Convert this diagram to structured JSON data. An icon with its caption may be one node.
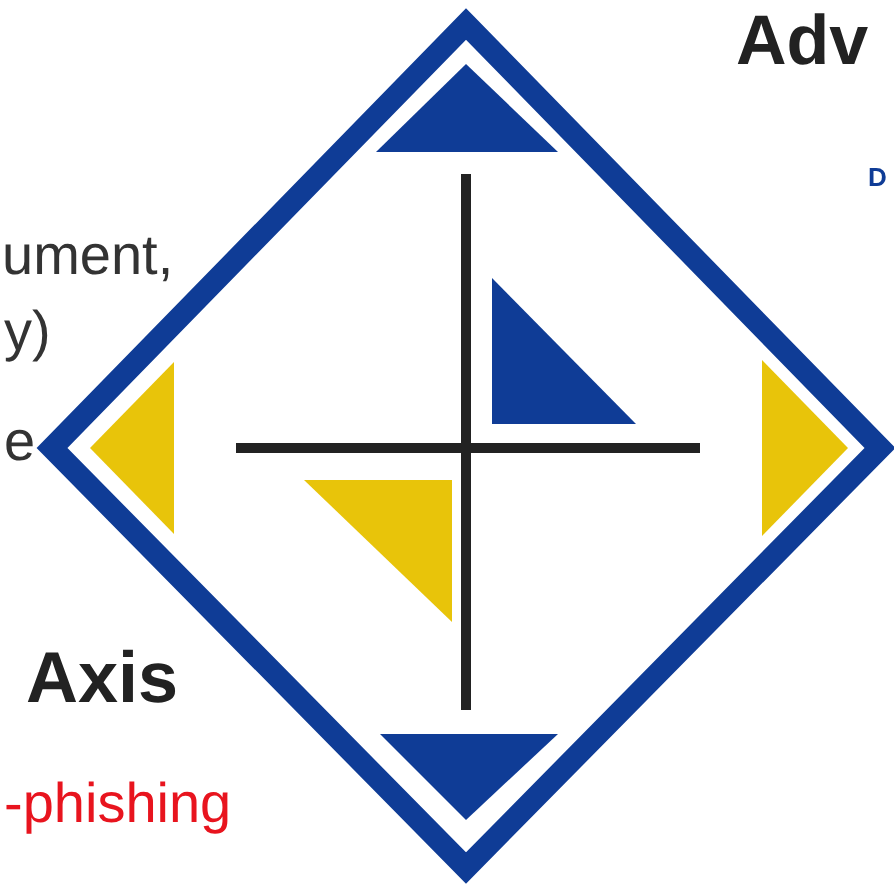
{
  "diagram": {
    "labels": [
      "Adv",
      "D",
      "ument,",
      "y)",
      "e",
      "Axis",
      "-phishing"
    ]
  }
}
